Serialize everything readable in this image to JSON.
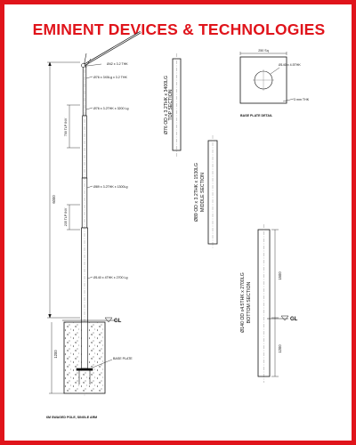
{
  "company": "EMINENT DEVICES & TECHNOLOGIES",
  "main_pole": {
    "arm_label": "Ø42 x 3.2 THK",
    "top_tube_label": "Ø76 x 3X5Lg x 3.2 THK",
    "upper_label": "Ø76 x 3.2THK x 3200 Lg",
    "middle_label": "Ø89 x 3.2THK x 1300Lg",
    "lower_label": "Ø140 x 4THK x 2700 Lg",
    "dim_overall": "6000",
    "dim_upper": "700 TLP INV",
    "dim_middle": "235 TLP INV",
    "dim_below": "1200",
    "ground_label": "GL",
    "base_plate_label": "BASE PLATE",
    "title": "6M SWAGED POLE, SINGLE ARM"
  },
  "top_section": {
    "label_line1": "Ø76 OD x 3.2THK x 3400LG",
    "label_line2": "TOP SECTION"
  },
  "middle_section": {
    "label_line1": "Ø89 OD x 3.2THK x 1530LG",
    "label_line2": "MIDDLE SECTION"
  },
  "bottom_section": {
    "label_line1": "Ø140 OD x4.5THK x 2700LG",
    "label_line2": "BOTTOM SECTION",
    "dim_top": "1500",
    "dim_bottom": "1200",
    "ground_label": "GL"
  },
  "base_plate_detail": {
    "size_label": "250 Sq",
    "bolt_label": "Ø140 x 4.5THK",
    "thickness_label": "3 mm THK",
    "title": "BASE PLATE DETAIL"
  }
}
